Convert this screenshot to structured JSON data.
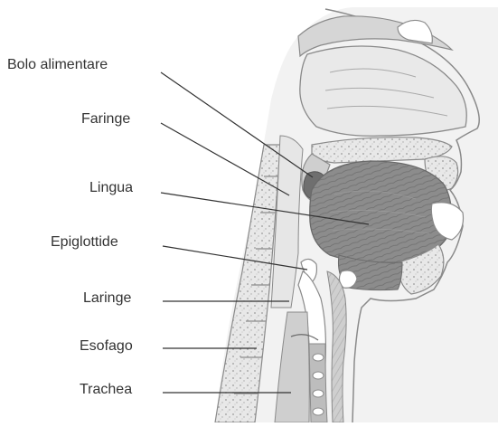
{
  "diagram": {
    "labels": {
      "bolo": "Bolo alimentare",
      "faringe": "Faringe",
      "lingua": "Lingua",
      "epiglottide": "Epiglottide",
      "laringe": "Laringe",
      "esofago": "Esofago",
      "trachea": "Trachea"
    },
    "colors": {
      "label_text": "#333333",
      "leader_line": "#333333",
      "outline": "#8a8a8a",
      "light_fill": "#e9e9e9",
      "mid_fill": "#bdbdbd",
      "dark_fill": "#6f6f6f",
      "tissue_fill": "#d8d8d8"
    }
  }
}
